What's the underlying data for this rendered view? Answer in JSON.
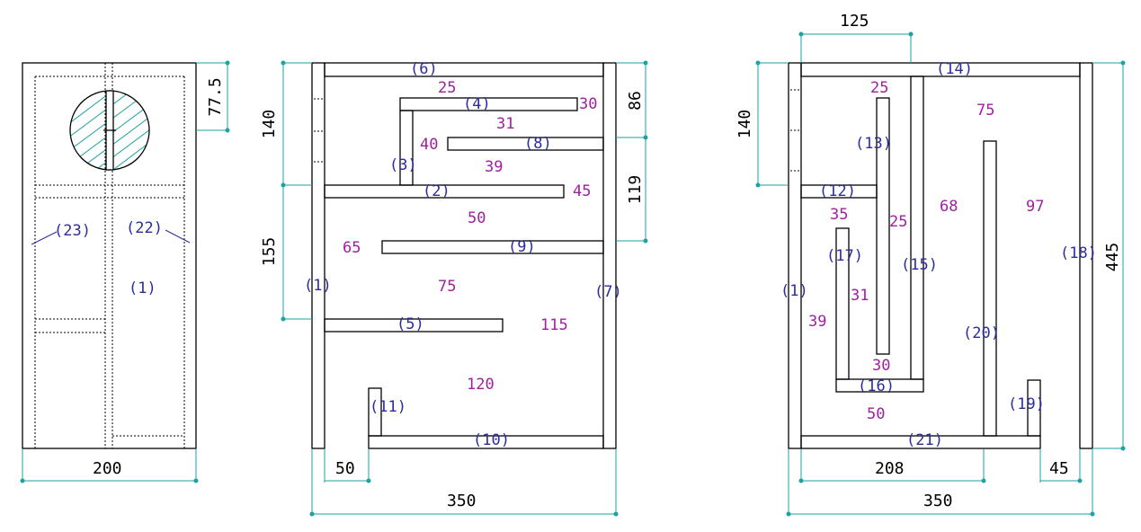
{
  "colors": {
    "part": "#000000",
    "dimension": "#1aa3a3",
    "part_label": "#2c2c9c",
    "inner_measure": "#a020a0"
  },
  "front_view": {
    "labels": {
      "p23": "(23)",
      "p22": "(22)",
      "p1": "(1)"
    },
    "dims": {
      "width": "200",
      "top_offset": "77.5"
    }
  },
  "side_view": {
    "labels": {
      "p6": "(6)",
      "p4": "(4)",
      "p8": "(8)",
      "p3": "(3)",
      "p2": "(2)",
      "p9": "(9)",
      "p1": "(1)",
      "p7": "(7)",
      "p5": "(5)",
      "p11": "(11)",
      "p10": "(10)"
    },
    "measures": {
      "m25": "25",
      "m30": "30",
      "m31": "31",
      "m40": "40",
      "m39": "39",
      "m45": "45",
      "m50": "50",
      "m65": "65",
      "m75": "75",
      "m115": "115",
      "m120": "120"
    },
    "dims": {
      "d140": "140",
      "d155": "155",
      "d86": "86",
      "d119": "119",
      "d50": "50",
      "d350": "350"
    }
  },
  "back_view": {
    "labels": {
      "p14": "(14)",
      "p13": "(13)",
      "p12": "(12)",
      "p17": "(17)",
      "p15": "(15)",
      "p18": "(18)",
      "p1": "(1)",
      "p20": "(20)",
      "p16": "(16)",
      "p19": "(19)",
      "p21": "(21)"
    },
    "measures": {
      "m25a": "25",
      "m75": "75",
      "m68": "68",
      "m97": "97",
      "m35": "35",
      "m25b": "25",
      "m31": "31",
      "m39": "39",
      "m30": "30",
      "m50": "50"
    },
    "dims": {
      "d125": "125",
      "d140": "140",
      "d445": "445",
      "d208": "208",
      "d45": "45",
      "d350": "350"
    }
  }
}
